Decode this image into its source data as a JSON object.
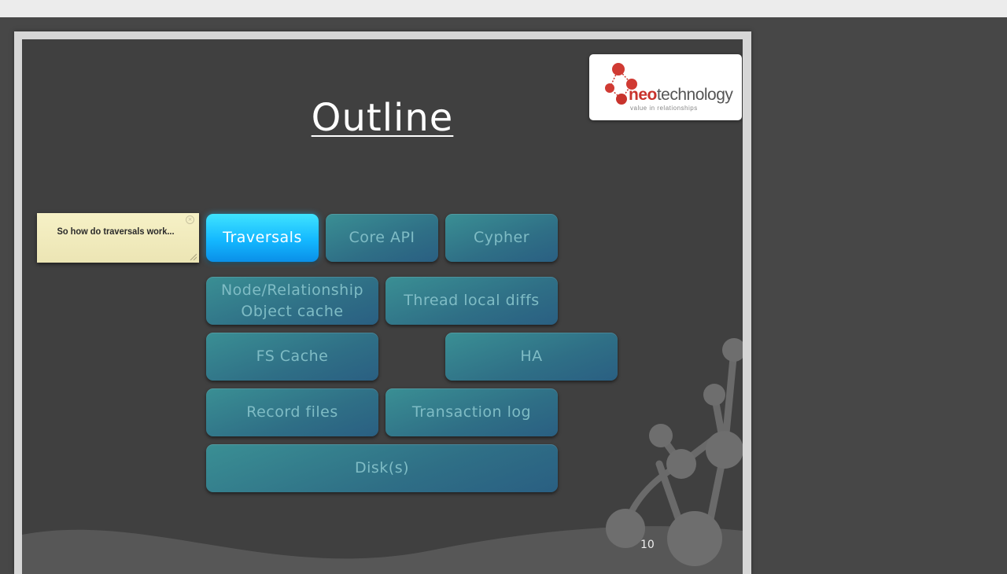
{
  "slide": {
    "title": "Outline",
    "page_number": "10"
  },
  "logo": {
    "word_neo": "neo",
    "word_tech": "technology",
    "tagline": "value in relationships"
  },
  "sticky_note": {
    "text": "So how do traversals work..."
  },
  "diagram": {
    "traversals": "Traversals",
    "core_api": "Core API",
    "cypher": "Cypher",
    "node_cache_line1": "Node/Relationship",
    "node_cache_line2": "Object cache",
    "thread_local": "Thread local diffs",
    "fs_cache": "FS Cache",
    "ha": "HA",
    "record_files": "Record files",
    "transaction_log": "Transaction log",
    "disks": "Disk(s)"
  },
  "colors": {
    "active_box": "#14b8ff",
    "box": "#2f6f86",
    "slide_background": "#404040",
    "logo_red": "#c8332c"
  }
}
